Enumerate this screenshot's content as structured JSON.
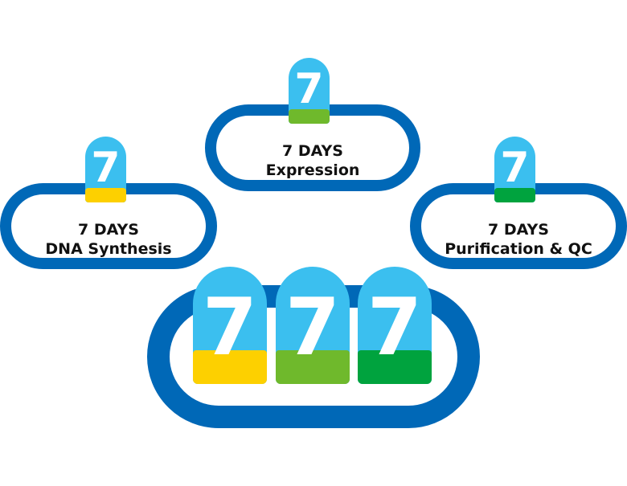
{
  "stages": [
    {
      "id": "dna-synthesis",
      "days_number": "7",
      "title": "7 DAYS",
      "label": "DNA Synthesis",
      "color": "#fdd000"
    },
    {
      "id": "expression",
      "days_number": "7",
      "title": "7 DAYS",
      "label": "Expression",
      "color": "#6fb92c"
    },
    {
      "id": "purification",
      "days_number": "7",
      "title": "7 DAYS",
      "label": "Purification & QC",
      "color": "#00a33e"
    }
  ],
  "summary": {
    "digits": [
      "7",
      "7",
      "7"
    ]
  },
  "colors": {
    "ring": "#0068b7",
    "badge": "#3bbfef",
    "text": "#111111"
  }
}
